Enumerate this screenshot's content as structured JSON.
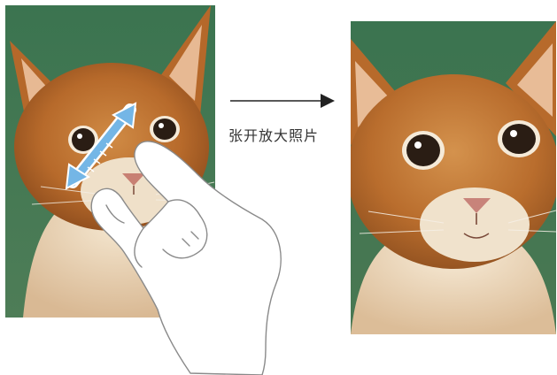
{
  "caption": "张开放大照片",
  "colors": {
    "accent_blue": "#74b6e6",
    "background_green": "#3f7a52",
    "fur_orange": "#b8692a",
    "text": "#333333"
  },
  "icons": [
    "pinch-zoom-arrow-icon",
    "right-arrow-icon",
    "hand-icon"
  ],
  "images": {
    "before": "cat-photo-original",
    "after": "cat-photo-zoomed"
  }
}
